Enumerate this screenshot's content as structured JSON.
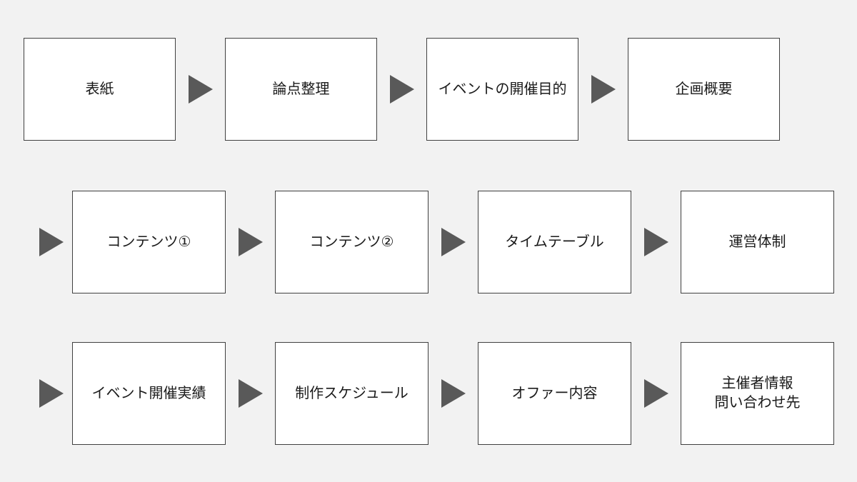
{
  "colors": {
    "background": "#f2f2f2",
    "box_fill": "#ffffff",
    "box_border": "#404040",
    "arrow": "#595959",
    "text": "#1a1a1a"
  },
  "diagram": {
    "type": "flowchart",
    "direction": "left-to-right, wrapping across three rows",
    "arrow_icon": "right-pointing-triangle",
    "rows": [
      {
        "leading_arrow": false,
        "boxes": [
          "表紙",
          "論点整理",
          "イベントの開催目的",
          "企画概要"
        ]
      },
      {
        "leading_arrow": true,
        "boxes": [
          "コンテンツ①",
          "コンテンツ②",
          "タイムテーブル",
          "運営体制"
        ]
      },
      {
        "leading_arrow": true,
        "boxes": [
          "イベント開催実績",
          "制作スケジュール",
          "オファー内容",
          "主催者情報\n問い合わせ先"
        ]
      }
    ]
  }
}
